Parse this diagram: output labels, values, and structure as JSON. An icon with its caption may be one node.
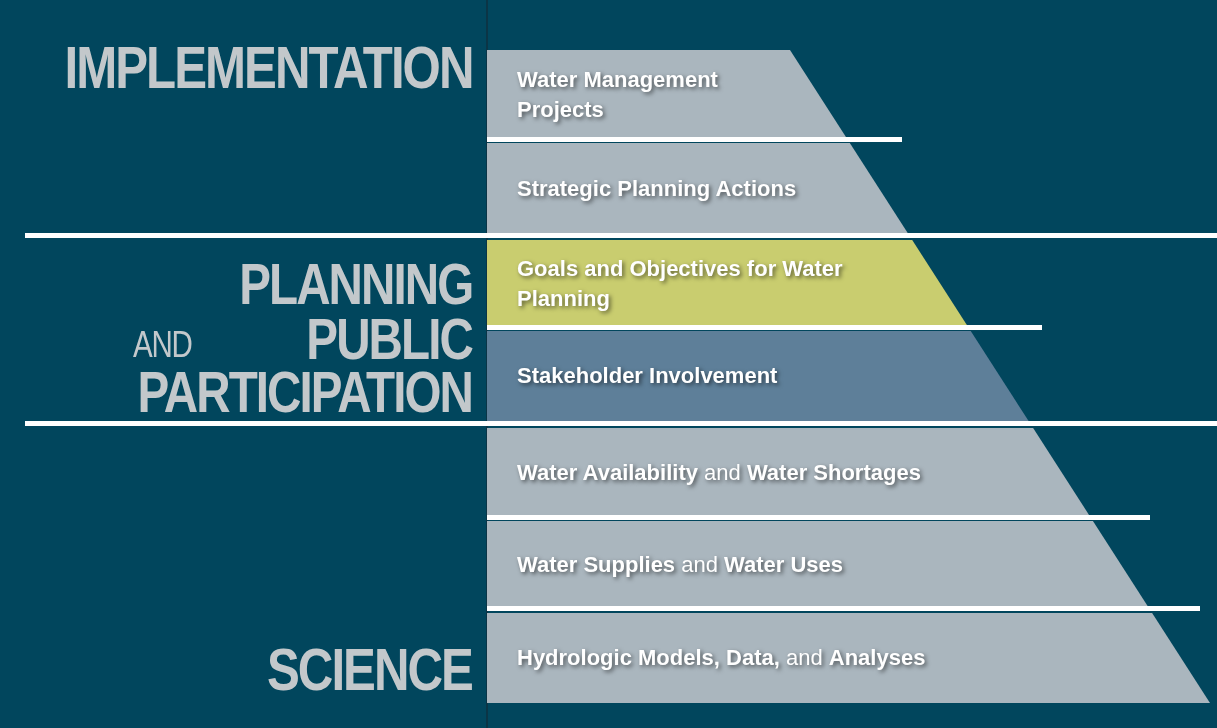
{
  "diagram": {
    "nodes": [
      {
        "text": [
          "Water Management Projects"
        ]
      },
      {
        "text": [
          "Strategic Planning Actions"
        ]
      },
      {
        "text": [
          "Goals and Objectives for Water Planning"
        ]
      },
      {
        "text": [
          "Stakeholder Involvement"
        ]
      },
      {
        "text": [
          "**Water Availability** and **Water Shortages**"
        ]
      },
      {
        "text": [
          "**Water Supplies** and **Water Uses**"
        ]
      },
      {
        "text": [
          "**Hydrologic Models, Data,** and **Analyses**"
        ]
      }
    ],
    "labels": [
      "IMPLEMENTATION",
      "PLANNING",
      "AND",
      "PUBLIC",
      "PARTICIPATION",
      "SCIENCE"
    ]
  }
}
